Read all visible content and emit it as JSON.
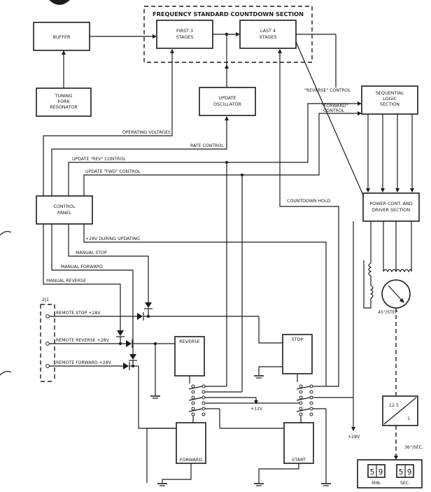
{
  "title": "FREQUENCY STANDARD  COUNTDOWN SECTION",
  "blocks": {
    "buffer": [
      "BUFFER"
    ],
    "first_stages": [
      "FIRST 3",
      "STAGES"
    ],
    "last_stages": [
      "LAST 4",
      "STAGES"
    ],
    "tuning_fork": [
      "TUNING",
      "FORK",
      "RESONATOR"
    ],
    "update_osc": [
      "UPDATE",
      "OSCILLATOR"
    ],
    "seq_logic": [
      "SEQUENTIAL",
      "LOGIC",
      "SECTION"
    ],
    "power_cont": [
      "POWER CONT. AND",
      "DRIVER SECTION"
    ],
    "control_panel": [
      "CONTROL",
      "PANEL"
    ],
    "reverse": [
      "REVERSE"
    ],
    "forward": [
      "FORWARD"
    ],
    "stop": [
      "STOP"
    ],
    "start": [
      "START"
    ],
    "gear_ratio": [
      "12.5",
      "1"
    ]
  },
  "signals": {
    "operating_voltages": "OPERATING VOLTAGES",
    "rate_control": "RATE CONTROL",
    "update_rev": "UPDATE \"REV\" CONTROL",
    "update_fwd": "UPDATE \"FWD\" CONTROL",
    "reverse_control": "\"REVERSE\" CONTROL",
    "forward_control_1": "\"FORWARD\"",
    "forward_control_2": "CONTROL",
    "countdown_hold": "COUNTDOWN HOLD",
    "v28_updating": "+28V DURING UPDATING",
    "manual_stop": "MANUAL STOP",
    "manual_forward": "MANUAL FORWARD",
    "manual_reverse": "MANUAL REVERSE",
    "connector": "2J1",
    "remote_stop": "REMOTE STOP +28V",
    "remote_reverse": "REMOTE REVERSE +28V",
    "remote_forward": "REMOTE FORWARD +28V",
    "plus12v": "+12V",
    "plus28v": "+28V",
    "step": "45°/STEP",
    "rate_sec": "36°/SEC."
  },
  "display": {
    "minutes_tens": "5",
    "minutes_units": "9",
    "seconds_tens": "5",
    "seconds_units": "9",
    "minutes_label": "MIN.",
    "seconds_label": "SEC."
  }
}
